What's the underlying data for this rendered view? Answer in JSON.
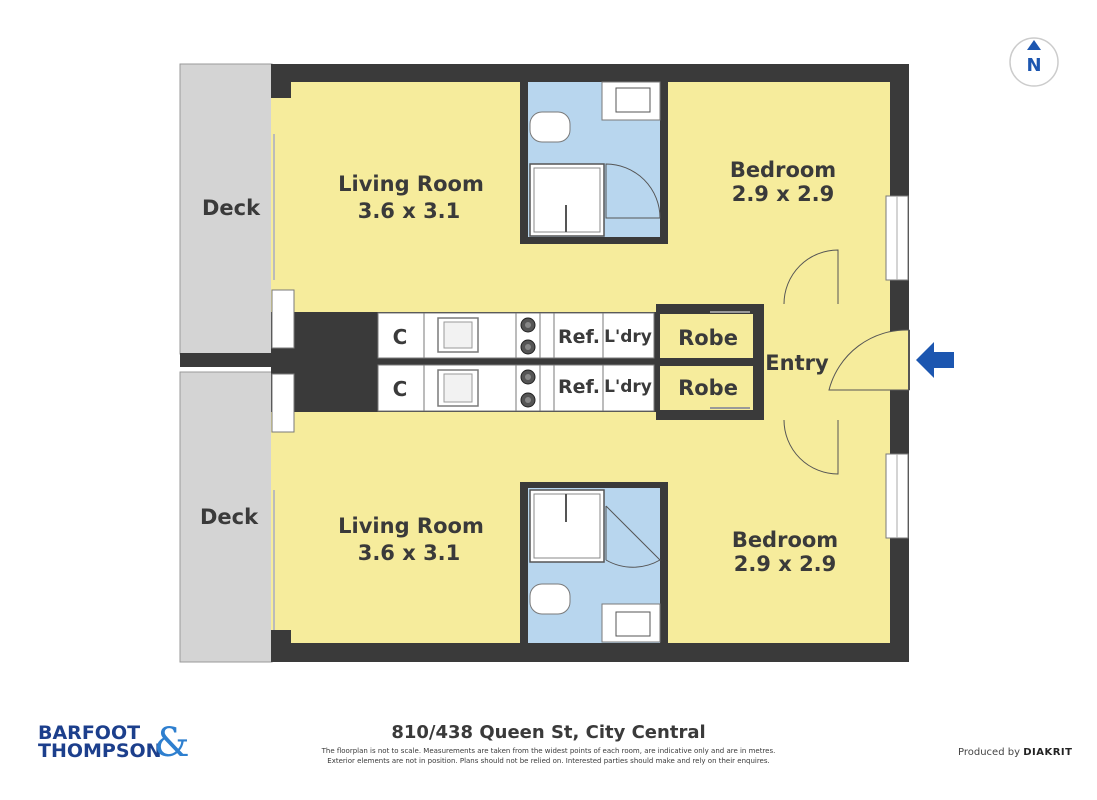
{
  "compass": {
    "label": "N"
  },
  "rooms": {
    "deck_top": "Deck",
    "deck_bottom": "Deck",
    "living_top_name": "Living Room",
    "living_top_dims": "3.6 x 3.1",
    "living_bottom_name": "Living Room",
    "living_bottom_dims": "3.6 x 3.1",
    "bedroom_top_name": "Bedroom",
    "bedroom_top_dims": "2.9 x 2.9",
    "bedroom_bottom_name": "Bedroom",
    "bedroom_bottom_dims": "2.9 x 2.9",
    "entry": "Entry",
    "robe_top": "Robe",
    "robe_bottom": "Robe",
    "c_top": "C",
    "c_bottom": "C",
    "ref_top": "Ref.",
    "ref_bottom": "Ref.",
    "ldry_top": "L'dry",
    "ldry_bottom": "L'dry"
  },
  "footer": {
    "address": "810/438 Queen St, City Central",
    "disclaimer_line1": "The floorplan is not to scale. Measurements are taken from the widest points of each room, are indicative only and are in metres.",
    "disclaimer_line2": "Exterior elements are not in position. Plans should not be relied on. Interested parties should make and rely on their enquires.",
    "produced_by": "Produced by",
    "producer_name": "DIAKRIT"
  },
  "brand": {
    "line1": "BARFOOT",
    "line2": "THOMPSON",
    "amp": "&"
  },
  "colors": {
    "wall": "#3a3a3a",
    "room_fill": "#f6ec9c",
    "bathroom_fill": "#b8d6ee",
    "deck_fill": "#d4d4d4",
    "arrow": "#1c56b0",
    "brand_blue": "#1c3f8c"
  }
}
